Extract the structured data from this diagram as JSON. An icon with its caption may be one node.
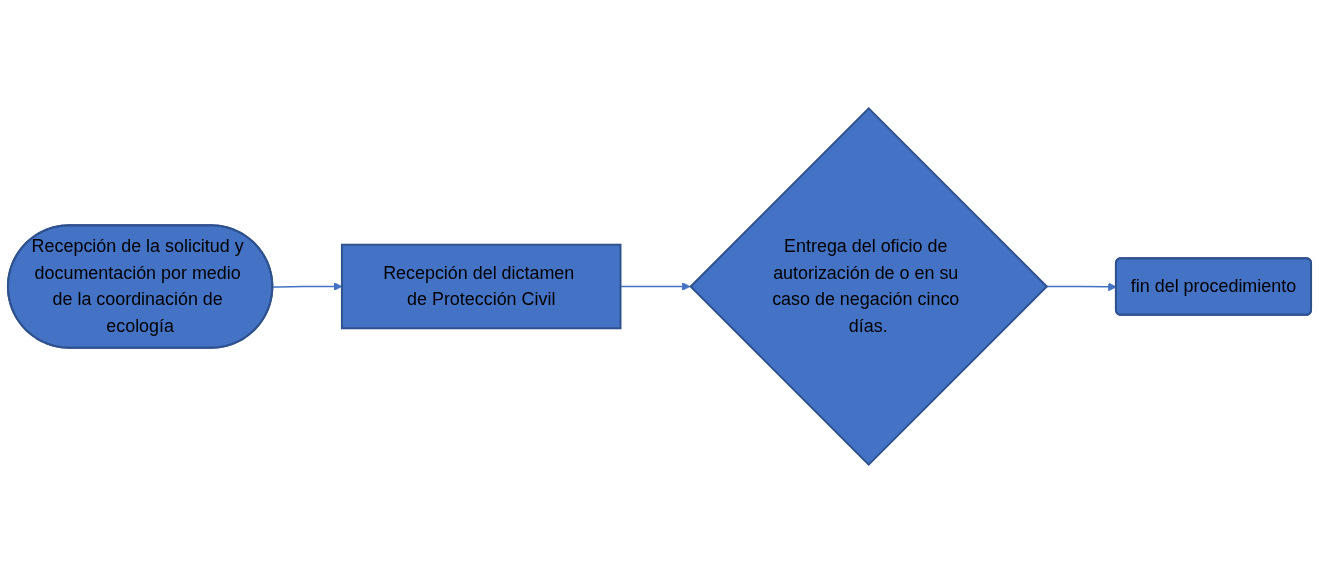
{
  "diagram": {
    "nodes": [
      {
        "text": [
          "Recepción de la solicitud y documentación por medio de la coordinación de ecología"
        ]
      },
      {
        "text": [
          "Recepción del dictamen de Protección Civil"
        ]
      },
      {
        "text": [
          "Entrega del oficio de autorización de o en su caso de negación cinco días."
        ]
      },
      {
        "text": [
          "fin del procedimiento"
        ]
      }
    ],
    "edges": [
      {
        "from": 0,
        "to": 1,
        "arrow": "to"
      },
      {
        "from": 1,
        "to": 2,
        "arrow": "to"
      },
      {
        "from": 2,
        "to": 3,
        "arrow": "to"
      }
    ]
  }
}
